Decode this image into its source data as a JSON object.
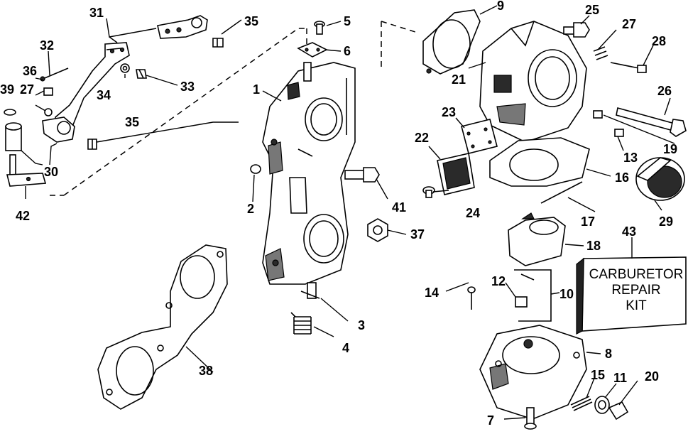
{
  "callouts": {
    "c1": "1",
    "c2": "2",
    "c3": "3",
    "c4": "4",
    "c5": "5",
    "c6": "6",
    "c7": "7",
    "c8": "8",
    "c9": "9",
    "c10": "10",
    "c11": "11",
    "c12": "12",
    "c13": "13",
    "c14": "14",
    "c15": "15",
    "c16": "16",
    "c17": "17",
    "c18": "18",
    "c19": "19",
    "c20": "20",
    "c21": "21",
    "c22": "22",
    "c23": "23",
    "c24": "24",
    "c25": "25",
    "c26": "26",
    "c27a": "27",
    "c27b": "27",
    "c28": "28",
    "c29": "29",
    "c30": "30",
    "c31": "31",
    "c32": "32",
    "c33": "33",
    "c34": "34",
    "c35a": "35",
    "c35b": "35",
    "c36": "36",
    "c37": "37",
    "c38": "38",
    "c39": "39",
    "c41": "41",
    "c42": "42",
    "c43": "43"
  },
  "kit_label": {
    "line1": "CARBURETOR",
    "line2": "REPAIR",
    "line3": "KIT"
  }
}
